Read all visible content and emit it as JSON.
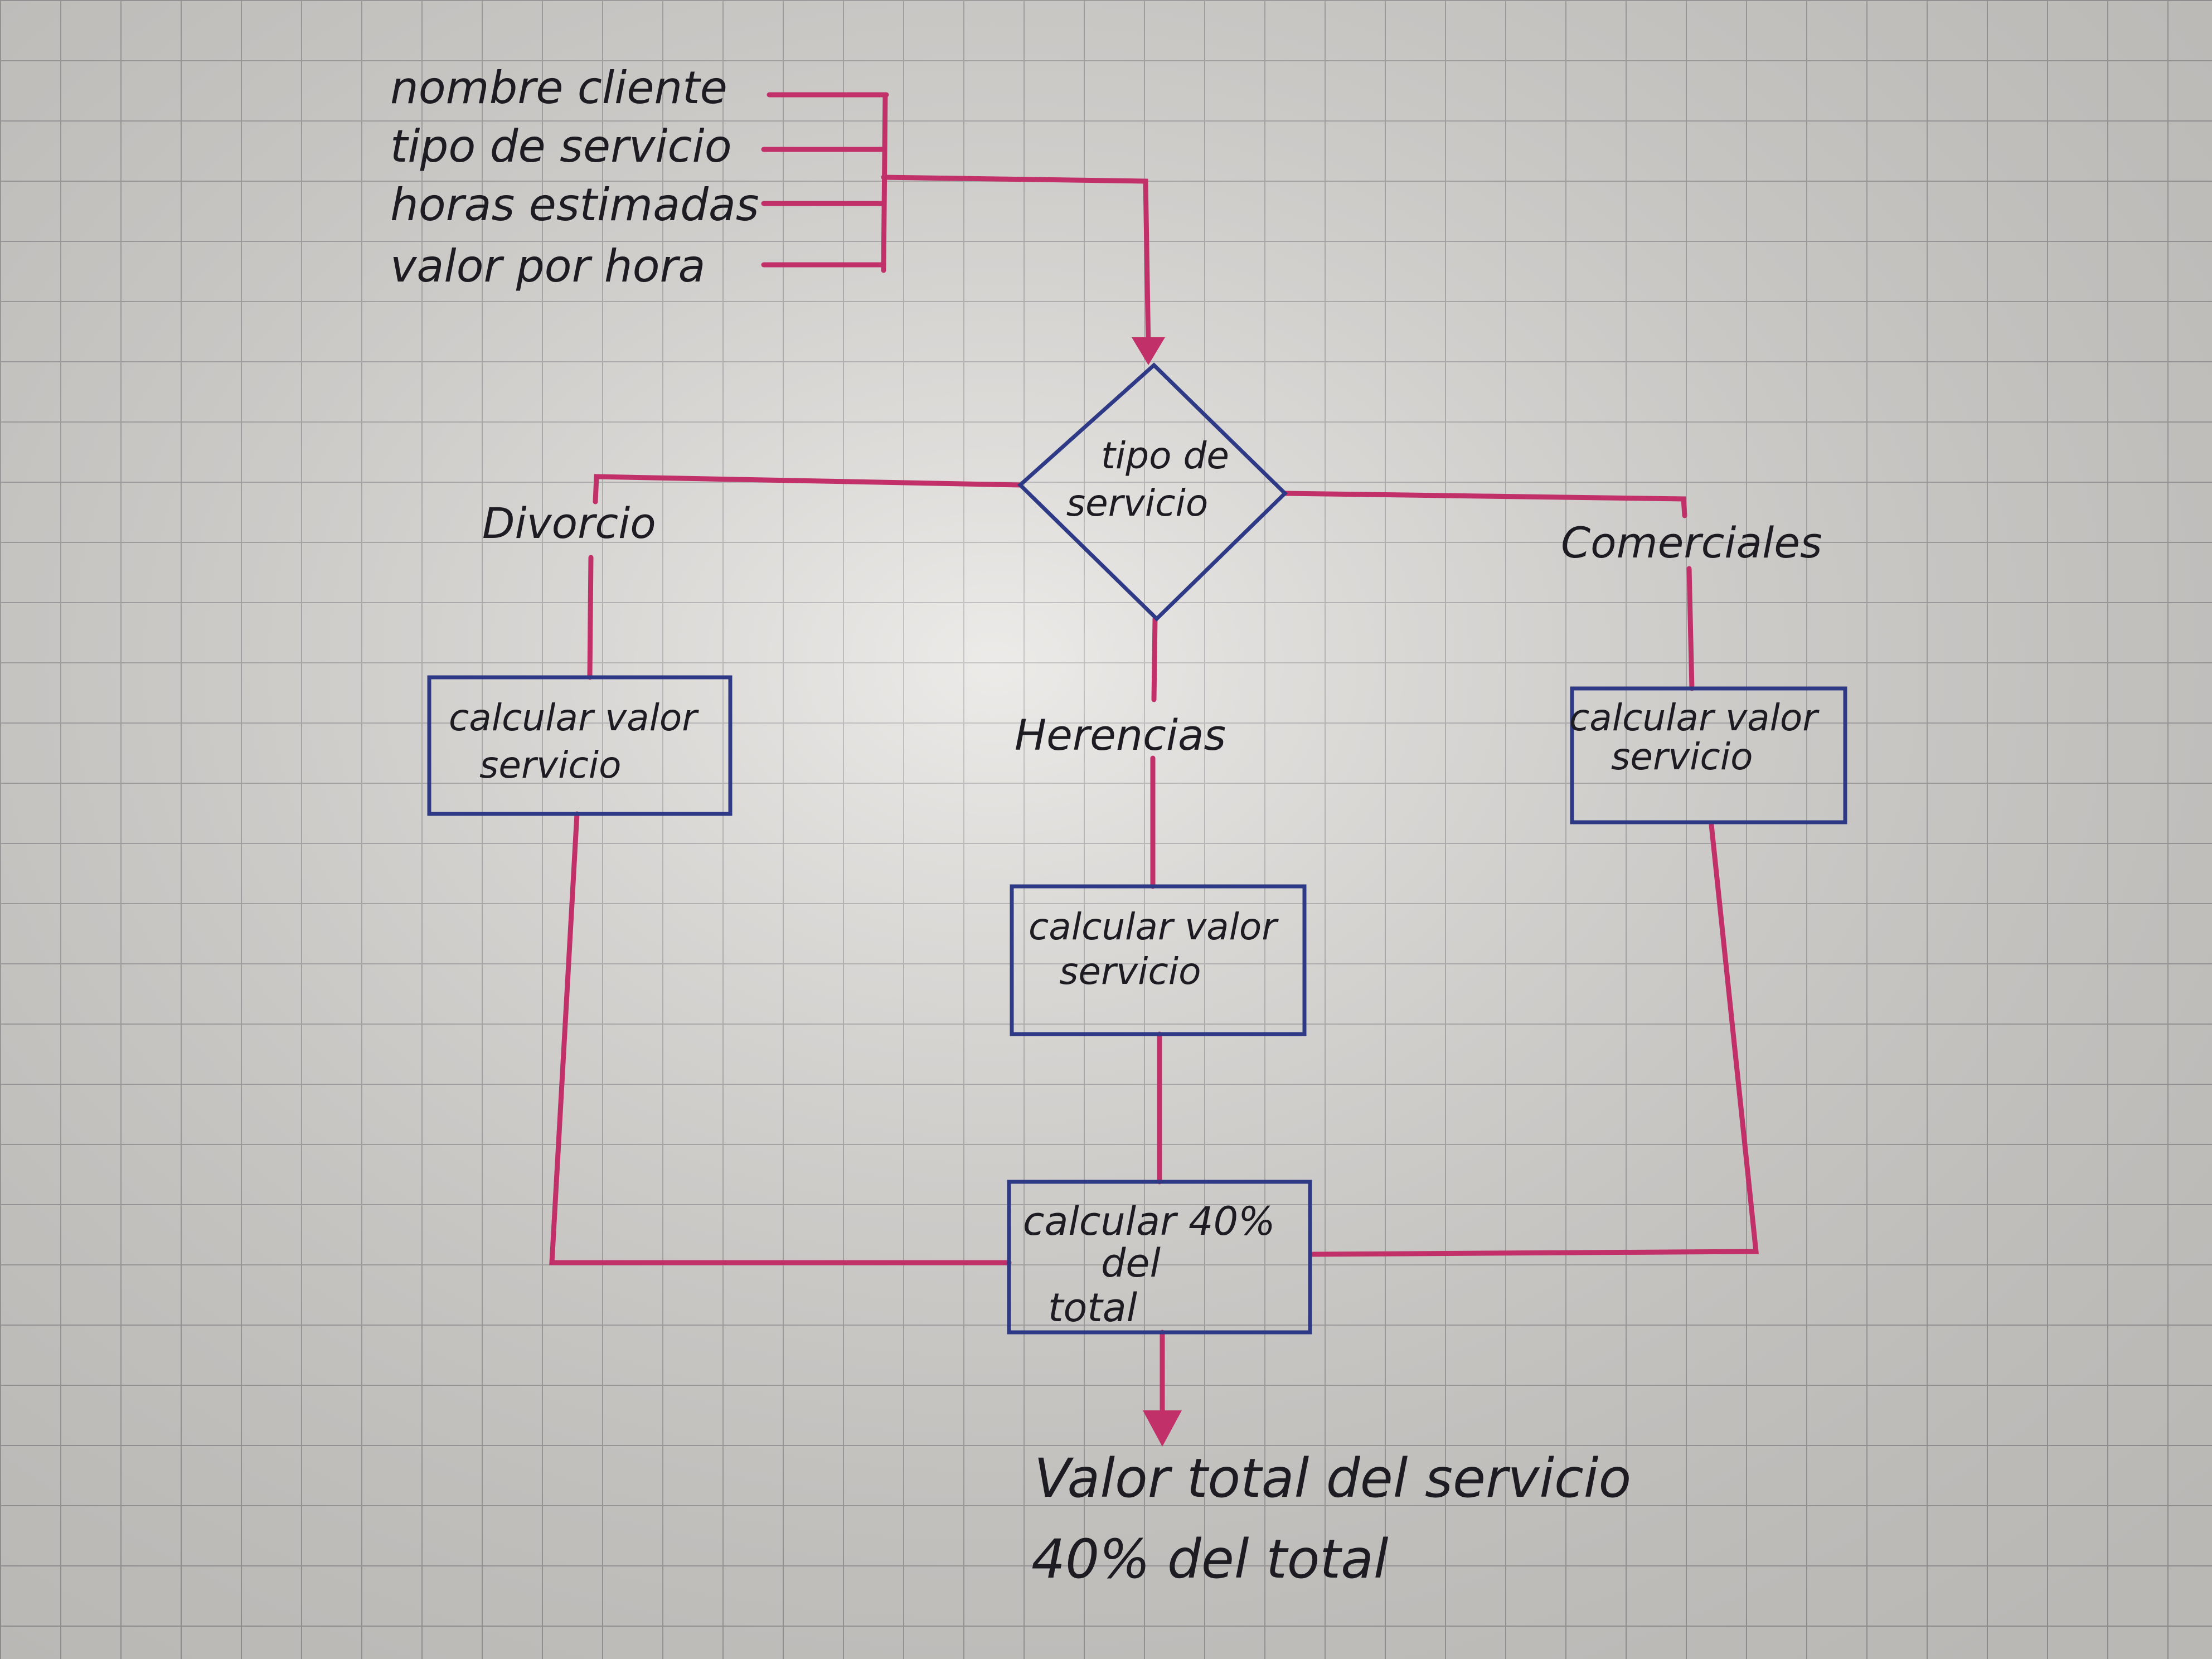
{
  "inputs": [
    "nombre cliente",
    "tipo de servicio",
    "horas estimadas",
    "valor por hora"
  ],
  "decision": {
    "line1": "tipo de",
    "line2": "servicio"
  },
  "branches": {
    "left": "Divorcio",
    "middle": "Herencias",
    "right": "Comerciales"
  },
  "process_boxes": {
    "left": {
      "line1": "calcular valor",
      "line2": "servicio"
    },
    "middle": {
      "line1": "calcular valor",
      "line2": "servicio"
    },
    "right": {
      "line1": "calcular valor",
      "line2": "servicio"
    }
  },
  "merge_box": {
    "line1": "calcular 40%",
    "line2": "del",
    "line3": "total"
  },
  "outputs": {
    "line1": "Valor total del servicio",
    "line2": "40% del total"
  },
  "colors": {
    "paper": "#e2e0dc",
    "grid": "#a9a7a8",
    "connector": "#c2306a",
    "shape": "#2f3a86",
    "ink": "#1c1c22"
  }
}
